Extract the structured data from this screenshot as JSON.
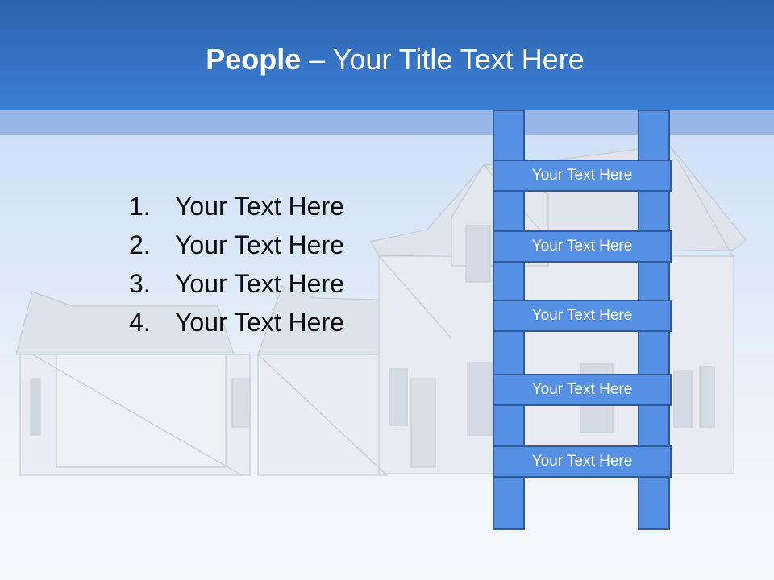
{
  "title": {
    "bold": "People",
    "rest": " – Your Title Text Here"
  },
  "list": [
    {
      "num": "1.",
      "text": "Your Text Here"
    },
    {
      "num": "2.",
      "text": "Your Text Here"
    },
    {
      "num": "3.",
      "text": "Your Text Here"
    },
    {
      "num": "4.",
      "text": "Your Text Here"
    }
  ],
  "ladder": {
    "rungs": [
      "Your Text Here",
      "Your Text Here",
      "Your Text Here",
      "Your Text Here",
      "Your Text Here"
    ]
  },
  "colors": {
    "header": "#3a7fd6",
    "ladder_fill": "#5590e4",
    "ladder_border": "#2f5c99"
  },
  "background_image": "house-wireframe"
}
